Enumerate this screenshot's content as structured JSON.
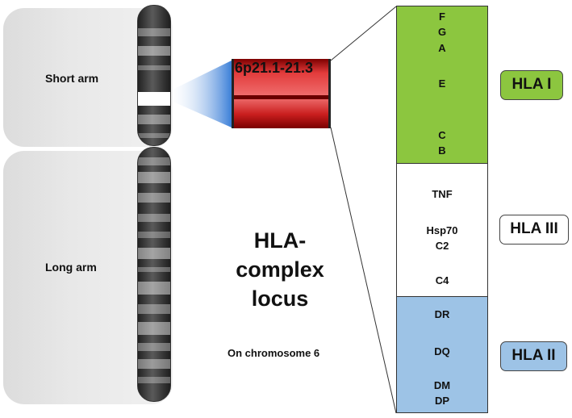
{
  "chromosome": {
    "short_arm_label": "Short arm",
    "long_arm_label": "Long arm"
  },
  "zoom_region": {
    "band_label": "6p21.1-21.3"
  },
  "locus": {
    "title_line1": "HLA-",
    "title_line2": "complex",
    "title_line3": "locus",
    "subtitle": "On chromosome 6"
  },
  "gene_map": {
    "class_I": {
      "color": "#8cc63f",
      "genes": [
        "F",
        "G",
        "A",
        "E",
        "C",
        "B"
      ]
    },
    "class_III": {
      "color": "#ffffff",
      "genes": [
        "TNF",
        "Hsp70",
        "C2",
        "C4"
      ]
    },
    "class_II": {
      "color": "#9dc3e6",
      "genes": [
        "DR",
        "DQ",
        "DM",
        "DP"
      ]
    }
  },
  "hla_labels": {
    "class_I": {
      "text": "HLA I",
      "color": "#8cc63f"
    },
    "class_III": {
      "text": "HLA III",
      "color": "#ffffff"
    },
    "class_II": {
      "text": "HLA II",
      "color": "#9dc3e6"
    }
  }
}
